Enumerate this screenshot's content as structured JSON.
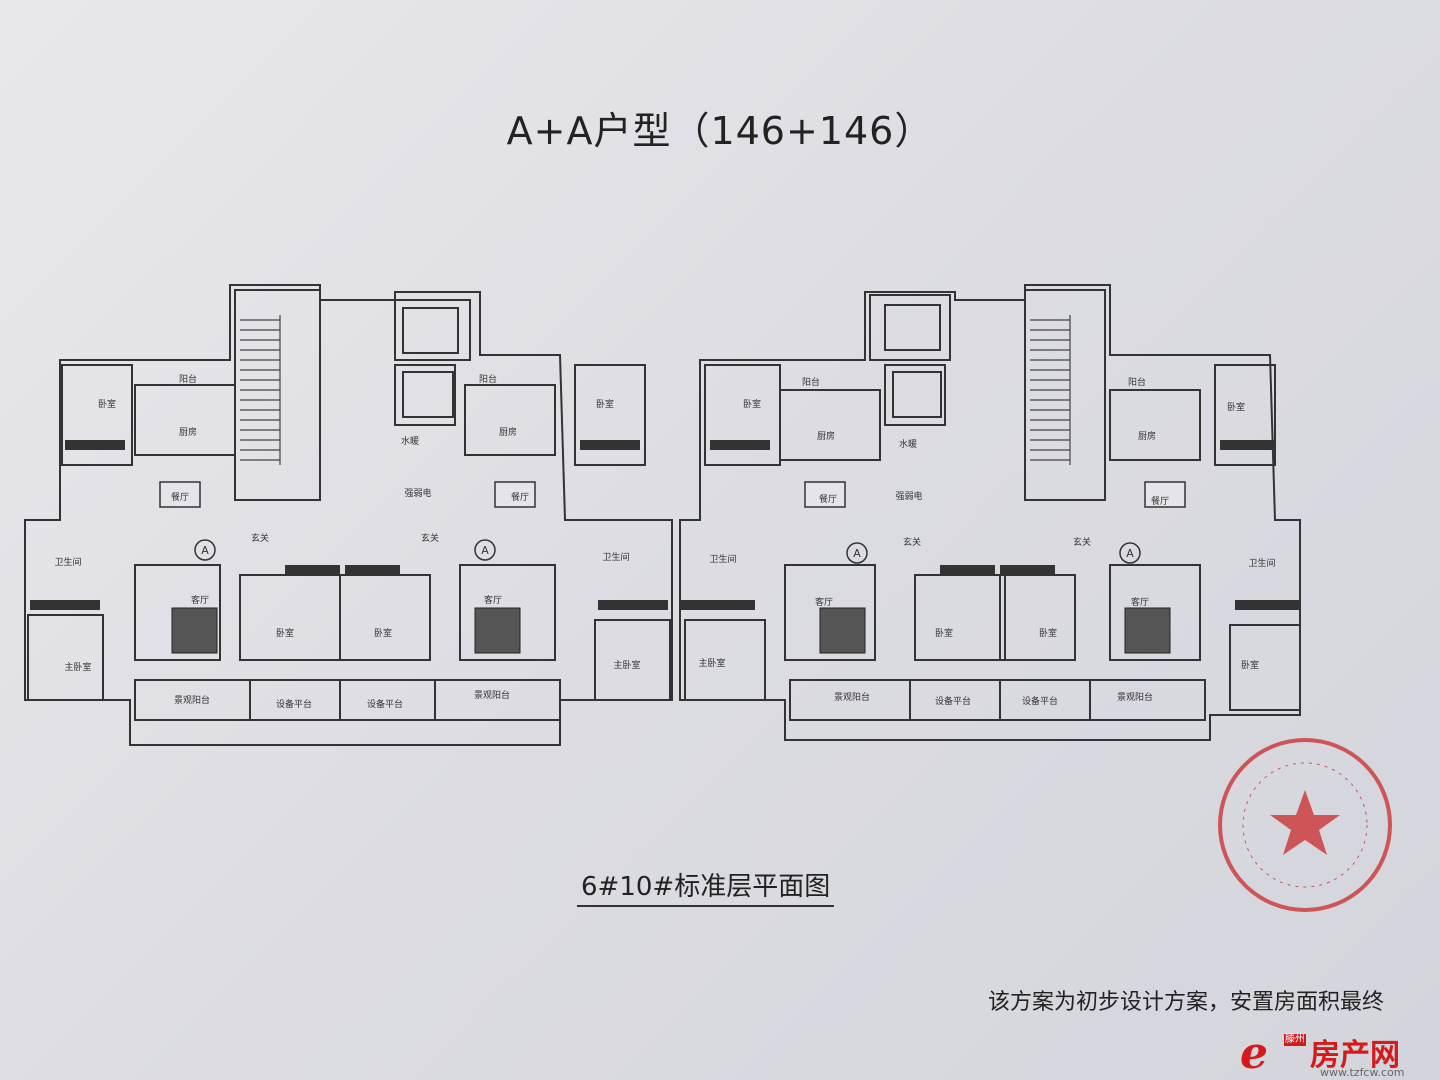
{
  "title": "A+A户型（146+146）",
  "subtitle": "6#10#标准层平面图",
  "note": "该方案为初步设计方案，安置房面积最终",
  "unit_marker": "A",
  "rooms": {
    "balcony": "阳台",
    "bedroom": "卧室",
    "kitchen": "厨房",
    "dining": "餐厅",
    "foyer": "玄关",
    "bathroom": "卫生间",
    "living": "客厅",
    "master_bedroom": "主卧室",
    "view_balcony": "景观阳台",
    "equipment_platform": "设备平台",
    "water_heating": "水暖",
    "strong_weak": "强弱电"
  },
  "watermark": {
    "logo": "e",
    "city": "滕州",
    "brand": "房产网",
    "url": "www.tzfcw.com"
  },
  "colors": {
    "ink": "#333333",
    "seal": "#cc2a2a",
    "watermark": "#d41b1b"
  }
}
